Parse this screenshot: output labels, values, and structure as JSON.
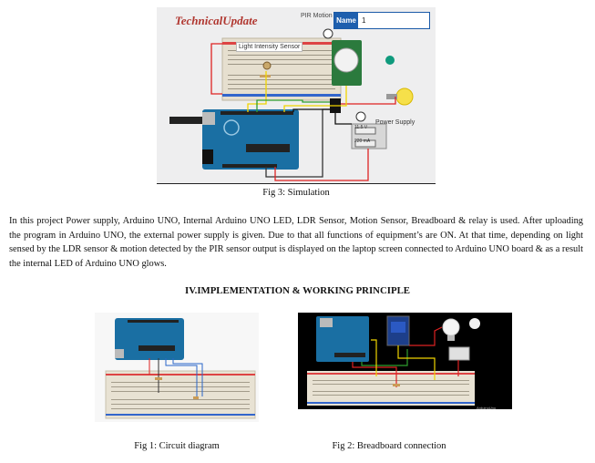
{
  "fig3": {
    "brand": "TechnicalUpdate",
    "pir_label": "PIR Motion",
    "name_field_label": "Name",
    "name_field_value": "1",
    "light_sensor_label": "Light Intensity Sensor",
    "power_supply_label": "Power Supply",
    "supply_voltage": "11.5 V",
    "supply_current": "220 mA",
    "caption": "Fig 3: Simulation"
  },
  "body": {
    "paragraph": "In this project Power supply, Arduino UNO, Internal Arduino UNO LED, LDR Sensor, Motion Sensor, Breadboard & relay is used. After uploading the program in Arduino UNO, the external power supply is given. Due to that all functions of equipment’s are ON. At that time, depending on light sensed by the LDR sensor & motion detected by the PIR sensor output is displayed on the laptop screen connected to Arduino UNO board & as a result the internal LED of Arduino UNO glows.",
    "section_heading": "IV.IMPLEMENTATION & WORKING PRINCIPLE"
  },
  "fig1": {
    "caption": "Fig 1: Circuit diagram"
  },
  "fig2": {
    "caption": "Fig 2: Breadboard connection",
    "watermark": "ArduinoUno"
  },
  "colors": {
    "arduino_board": "#1a6fa3",
    "brand_text": "#b0362f",
    "name_badge": "#1e5fae",
    "bulb": "#f6e04a",
    "breadboard": "#e9e3d2"
  }
}
